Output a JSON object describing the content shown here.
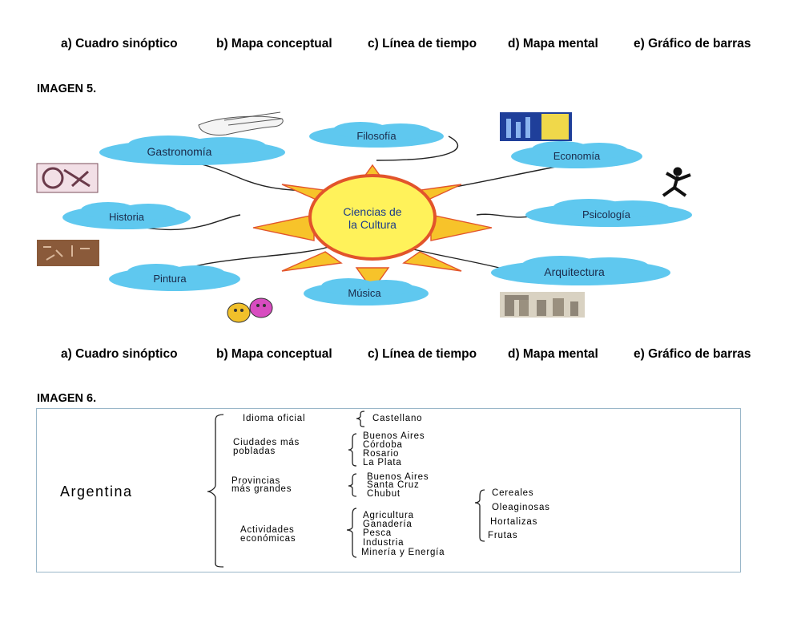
{
  "options_row_1": [
    "a)  Cuadro sinóptico",
    "b) Mapa conceptual",
    "c) Línea de tiempo",
    "d) Mapa mental",
    "e) Gráfico de barras"
  ],
  "options_row_2": [
    "a)  Cuadro sinóptico",
    "b) Mapa conceptual",
    "c) Línea de tiempo",
    "d) Mapa mental",
    "e) Gráfico de barras"
  ],
  "image5": {
    "heading": "IMAGEN 5.",
    "center_line1": "Ciencias de",
    "center_line2": "la Cultura",
    "nodes": {
      "filosofia": "Filosofía",
      "gastronomia": "Gastronomía",
      "economia": "Economía",
      "historia": "Historia",
      "psicologia": "Psicología",
      "pintura": "Pintura",
      "arquitectura": "Arquitectura",
      "musica": "Música"
    },
    "colors": {
      "cloud": "#5fc8ef",
      "sun_ray": "#f7c32a",
      "sun_outline": "#e2542b",
      "sun_center": "#fff25a"
    }
  },
  "image6": {
    "heading": "IMAGEN 6.",
    "root": "Argentina",
    "branches": [
      {
        "label": [
          "Idioma oficial"
        ],
        "items": [
          "Castellano"
        ]
      },
      {
        "label": [
          "Ciudades más",
          "pobladas"
        ],
        "items": [
          "Buenos Aires",
          "Córdoba",
          "Rosario",
          "La Plata"
        ]
      },
      {
        "label": [
          "Provincias",
          "más grandes"
        ],
        "items": [
          "Buenos Aires",
          "Santa Cruz",
          "Chubut"
        ]
      },
      {
        "label": [
          "Actividades",
          "económicas"
        ],
        "items": [
          "Agricultura",
          "Ganadería",
          "Pesca",
          "Industria",
          "Minería y Energía"
        ],
        "subitems": [
          "Cereales",
          "Oleaginosas",
          "Hortalizas",
          "Frutas"
        ]
      }
    ]
  }
}
